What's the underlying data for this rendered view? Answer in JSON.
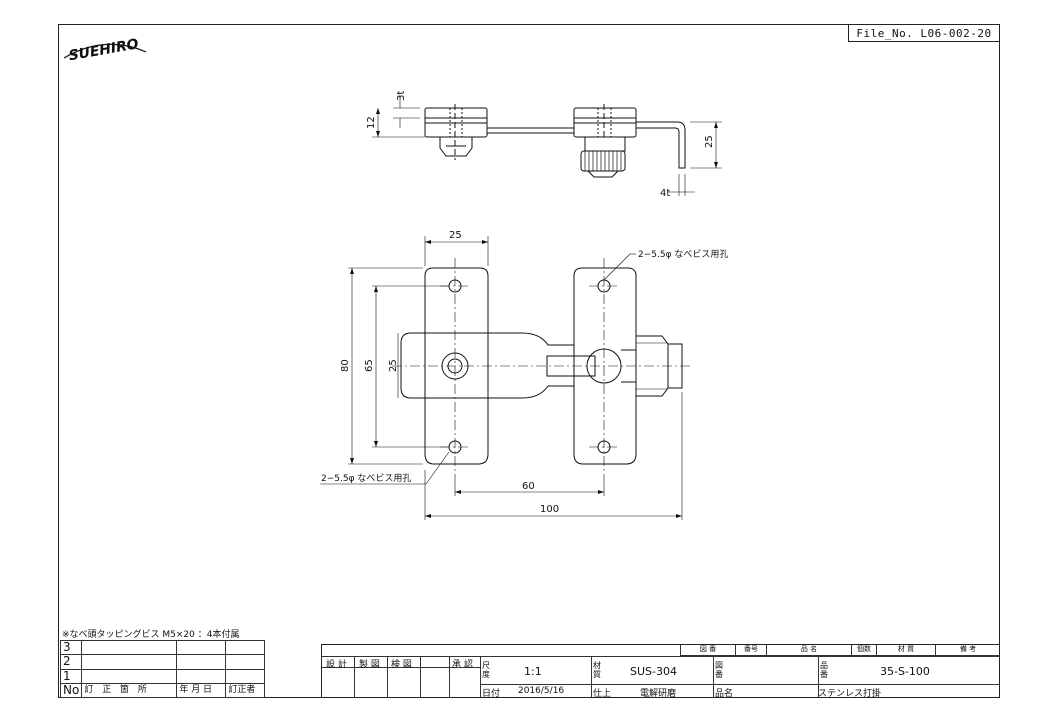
{
  "file_no": "File_No. L06-002-20",
  "logo_text": "SUEHIRO",
  "dimensions": {
    "top_3t": "3t",
    "top_12": "12",
    "top_25": "25",
    "top_4t": "4t",
    "width_25": "25",
    "hole_note_top": "2−5.5φ なべビス用孔",
    "hole_note_left": "2−5.5φ なべビス用孔",
    "height_80": "80",
    "height_65": "65",
    "height_25": "25",
    "span_60": "60",
    "span_100": "100"
  },
  "note": "※なべ頭タッピングビス M5×20 ：4本付属",
  "revision_table": {
    "rows": [
      "3",
      "2",
      "1"
    ],
    "header": {
      "no": "No",
      "content": "訂 正 箇 所",
      "date": "年 月 日",
      "editor": "訂正者"
    }
  },
  "title_block": {
    "headers": {
      "design": "設 計",
      "drawing": "製 図",
      "check": "検 図",
      "approve": "承 認"
    },
    "scale_label": "尺度",
    "scale": "1:1",
    "material_label": "材質",
    "material": "SUS-304",
    "drawing_no_label": "図番",
    "product_no_label": "品番",
    "product_no": "35-S-100",
    "date_label": "日付",
    "date": "2016/5/16",
    "finish_label": "仕上",
    "finish": "電解研磨",
    "name_label": "品名",
    "name": "ステンレス打掛",
    "parts_headers": [
      "図 番",
      "番号",
      "品 名",
      "個数",
      "材 質",
      "備 考"
    ]
  }
}
